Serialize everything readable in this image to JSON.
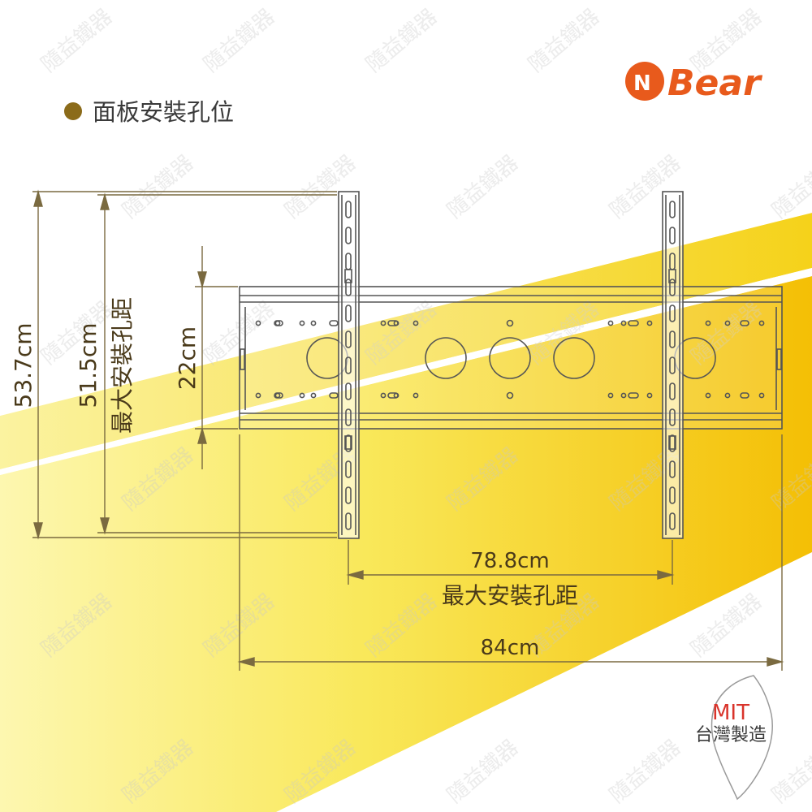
{
  "header": {
    "title": "面板安裝孔位",
    "bullet_color": "#8b6b1a"
  },
  "brand": {
    "logo_text": "Bear",
    "logo_mark": "N",
    "logo_color": "#e85a1c"
  },
  "dimensions": {
    "overall_height": "53.7cm",
    "max_vertical_value": "51.5cm",
    "max_vertical_caption": "最大安裝孔距",
    "plate_height": "22cm",
    "max_horizontal_value": "78.8cm",
    "max_horizontal_caption": "最大安裝孔距",
    "overall_width": "84cm"
  },
  "badge": {
    "mit": "MIT",
    "made_in_taiwan": "台灣製造",
    "mit_color": "#d9342b"
  },
  "watermark": {
    "text": "隨益鐵器"
  },
  "colors": {
    "band_yellow": "#f5c400",
    "band_pale": "#fbf08a",
    "line": "#7a6a40",
    "bracket_stroke": "#555555"
  }
}
